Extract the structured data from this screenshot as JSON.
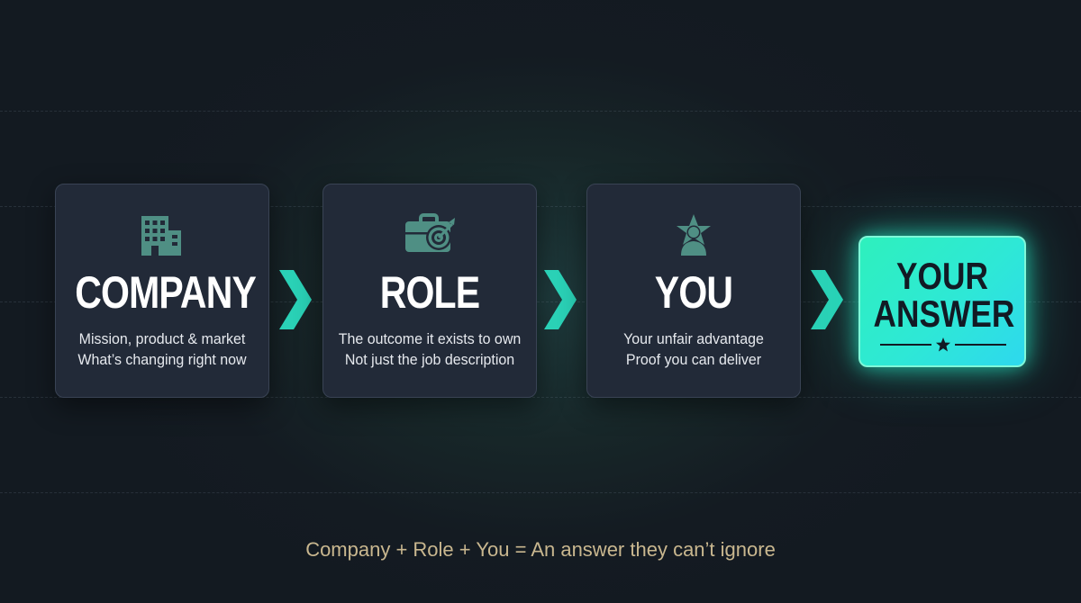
{
  "cards": [
    {
      "title": "COMPANY",
      "icon": "building-icon",
      "lines": [
        "Mission, product & market",
        "What’s changing right now"
      ]
    },
    {
      "title": "ROLE",
      "icon": "briefcase-target-icon",
      "lines": [
        "The outcome it exists to own",
        "Not just the job description"
      ]
    },
    {
      "title": "YOU",
      "icon": "person-star-icon",
      "lines": [
        "Your unfair advantage",
        "Proof you can deliver"
      ]
    }
  ],
  "answer": {
    "line1": "YOUR",
    "line2": "ANSWER",
    "icon": "star-icon"
  },
  "footer": "Company + Role + You = An answer they can’t ignore",
  "colors": {
    "background": "#141b22",
    "card": "#222a38",
    "arrow": "#2ad1b6",
    "answer_gradient_start": "#2ef0bd",
    "answer_gradient_end": "#2ed8ee",
    "footer_text": "#c9b78f",
    "icon": "#4f8f84"
  }
}
